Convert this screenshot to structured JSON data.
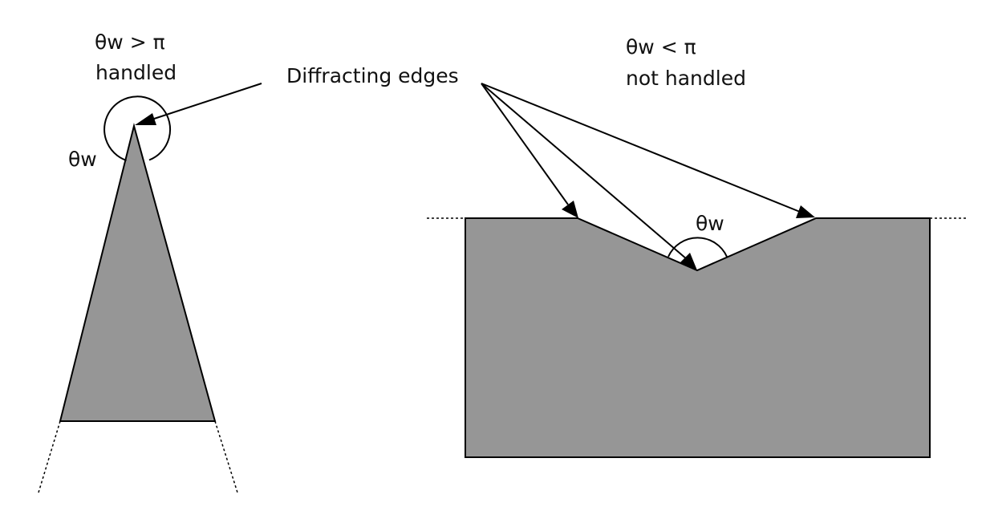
{
  "left_wedge": {
    "angle_label_top": "θw > π",
    "status": "handled",
    "angle_symbol": "θw"
  },
  "callout": {
    "label": "Diffracting edges"
  },
  "right_wedge": {
    "angle_label_top": "θw < π",
    "status": "not handled",
    "angle_symbol": "θw"
  },
  "colors": {
    "fill": "#969696",
    "stroke": "#000000",
    "background": "#ffffff"
  }
}
